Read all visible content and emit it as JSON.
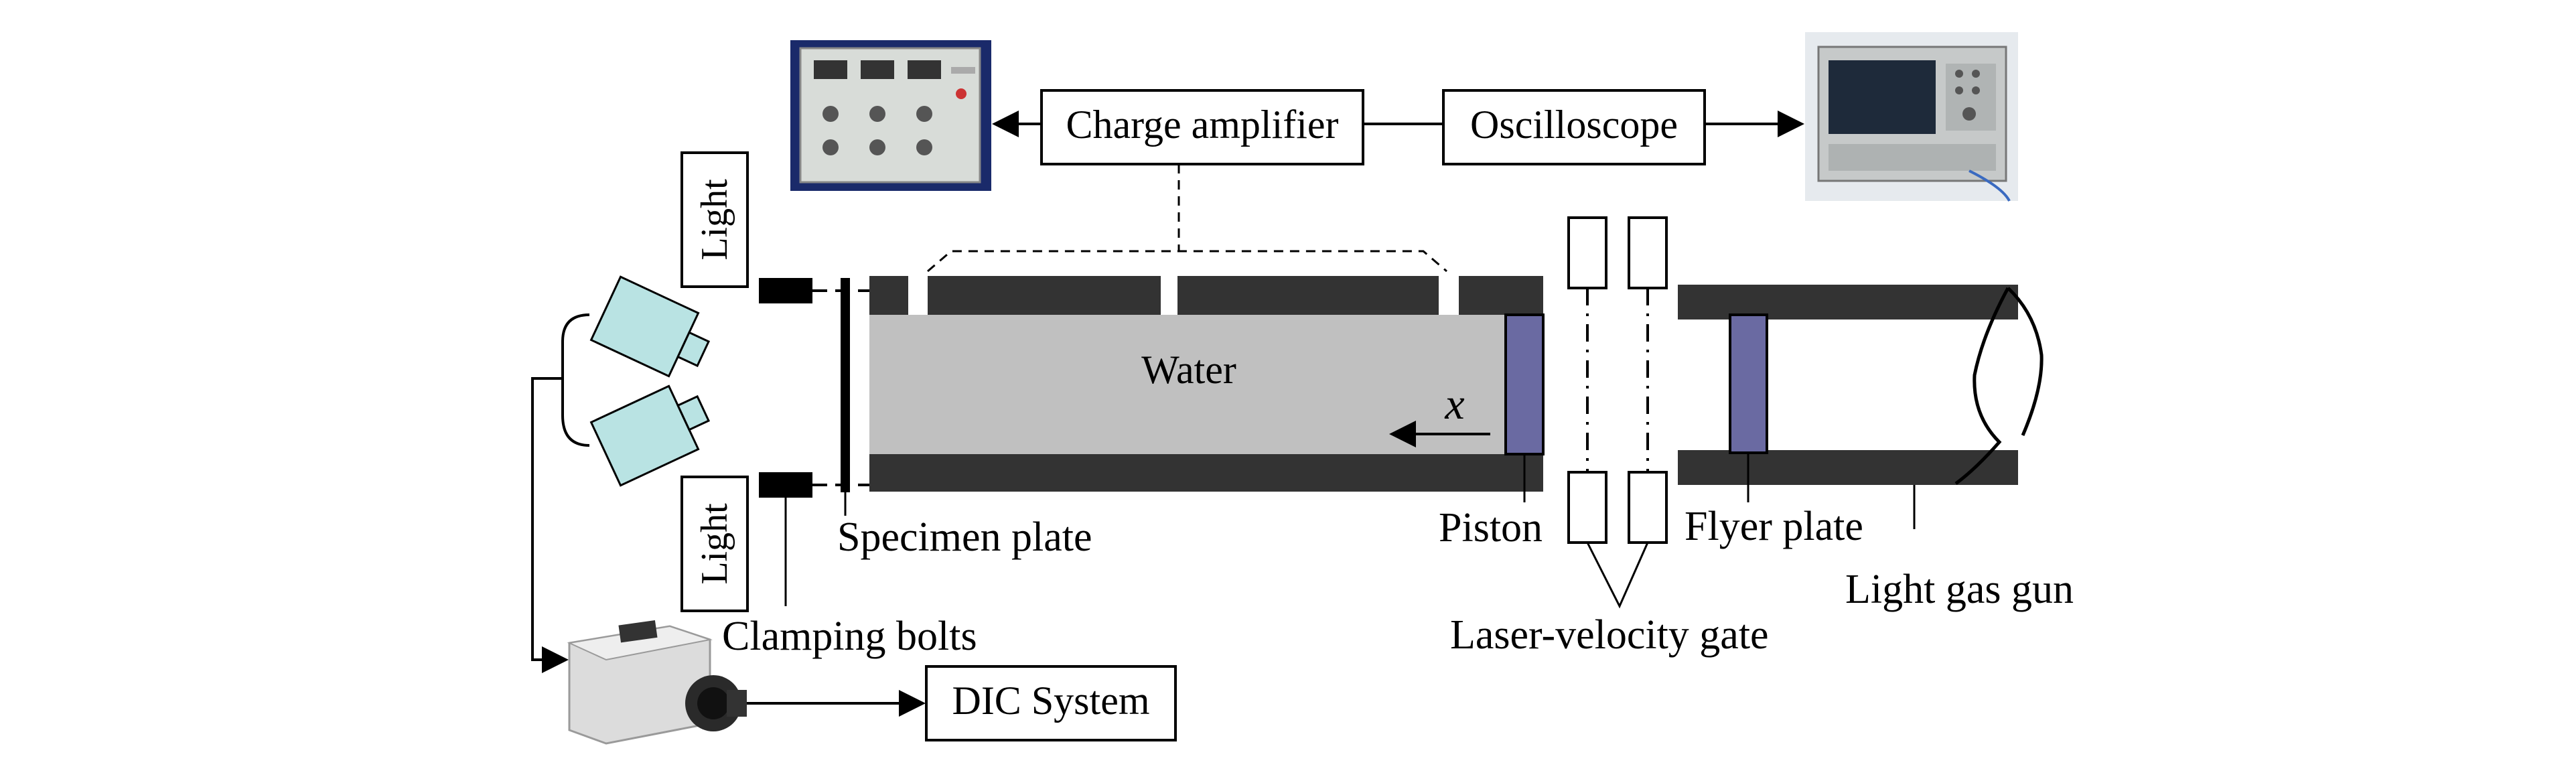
{
  "diagram": {
    "boxes": {
      "charge_amplifier": "Charge amplifier",
      "oscilloscope": "Oscilloscope",
      "dic_system": "DIC System",
      "light_top": "Light",
      "light_bottom": "Light"
    },
    "labels": {
      "water": "Water",
      "x_axis": "x",
      "specimen_plate": "Specimen plate",
      "clamping_bolts": "Clamping bolts",
      "piston": "Piston",
      "laser_velocity_gate": "Laser-velocity gate",
      "flyer_plate": "Flyer plate",
      "light_gas_gun": "Light gas gun"
    },
    "colors": {
      "steel": "#333333",
      "water": "#c0c0c0",
      "piston": "#6a6aa2",
      "camera": "#b9e3e3"
    }
  }
}
